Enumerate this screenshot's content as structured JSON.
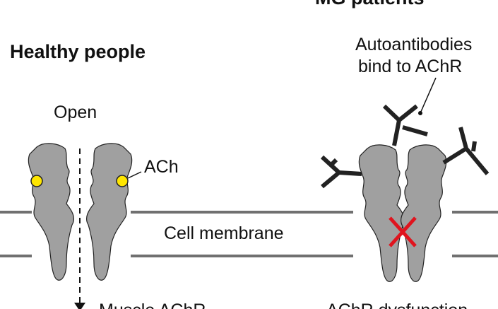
{
  "titles": {
    "healthy": "Healthy people",
    "mg": "MG patients"
  },
  "labels": {
    "open": "Open",
    "ach": "ACh",
    "membrane": "Cell membrane",
    "autoantibodies_line1": "Autoantibodies",
    "autoantibodies_line2": "bind to AChR",
    "bottom_left": "Muscle AChR",
    "bottom_right": "AChR dysfunction"
  },
  "colors": {
    "channel": "#a0a0a0",
    "membrane": "#707070",
    "ach": "#ffe600",
    "cross": "#e0141e",
    "antibody": "#222222"
  }
}
